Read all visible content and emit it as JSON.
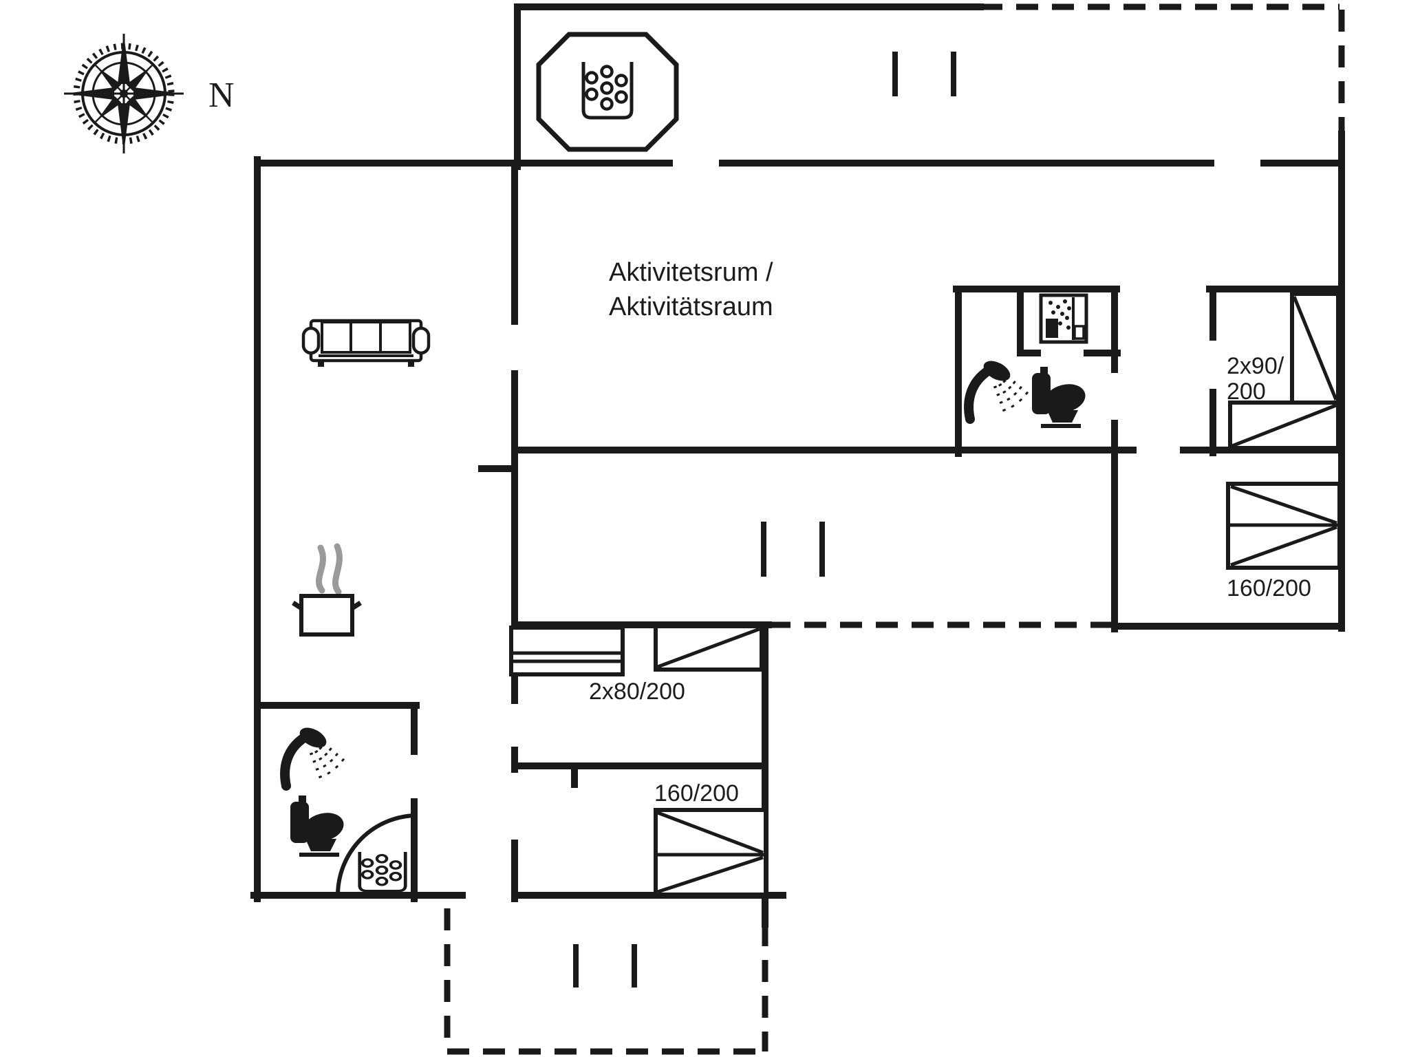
{
  "document_type": "floor-plan",
  "colors": {
    "wall_line": "#1a1a1a",
    "text": "#1c1c1c",
    "steam": "#9a9a9a",
    "background": "#ffffff"
  },
  "compass": {
    "icon": "compass-rose-icon",
    "label": "N"
  },
  "labels": {
    "activity_room_line1": "Aktivitetsrum /",
    "activity_room_line2": "Aktivitätsraum",
    "bed_top_right_line1": "2x90/",
    "bed_top_right_line2": "200",
    "bed_mid_right": "160/200",
    "bed_bunk_room": "2x80/200",
    "bed_bottom_mid": "160/200"
  },
  "icons": [
    "compass-rose-icon",
    "hot-tub-icon",
    "corner-bathtub-icon",
    "sofa-icon",
    "cooking-pot-icon",
    "steam-icon",
    "shower-icon",
    "toilet-icon",
    "washing-machine-icon",
    "window-mark-icon",
    "single-bed-icon",
    "double-bed-icon",
    "bunk-bed-icon"
  ]
}
